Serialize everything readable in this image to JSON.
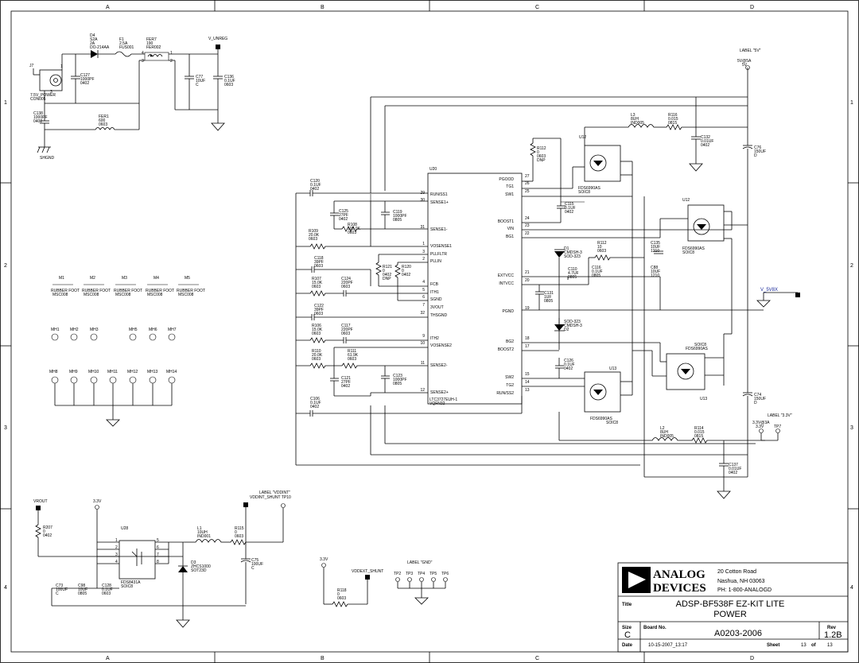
{
  "border": {
    "cols": [
      "A",
      "B",
      "C",
      "D"
    ],
    "rows": [
      "1",
      "2",
      "3",
      "4"
    ]
  },
  "title_block": {
    "logo_top": "ANALOG",
    "logo_bottom": "DEVICES",
    "addr1": "20 Cotton Road",
    "addr2": "Nashua, NH 03063",
    "phone": "PH: 1-800-ANALOGD",
    "title_label": "Title",
    "title1": "ADSP-BF538F EZ-KIT LITE",
    "title2": "POWER",
    "size_label": "Size",
    "size": "C",
    "board_label": "Board No.",
    "board": "A0203-2006",
    "rev_label": "Rev",
    "rev": "1.2B",
    "date_label": "Date",
    "date": "10-15-2007_13:17",
    "sheet_label": "Sheet",
    "sheet_no": "13",
    "of_label": "of",
    "sheet_total": "13"
  },
  "labels": {
    "v_unreg": "V_UNREG",
    "v_5": "5V@5A",
    "v_5b": "5V",
    "label_5v": "LABEL \"5V\"",
    "v_33": "3.3V@3A",
    "v_33b": "3.3V",
    "tp7": "TP7",
    "label_33": "LABEL \"3.3V\"",
    "v_tag": "V_5V8X",
    "vroute": "VROUT",
    "v33_a": "3.3V",
    "v33_b": "3.3V",
    "label_vddint": "LABEL \"VDDINT\"",
    "vddint_shunt": "VDDINT_SHUNT TP10",
    "vddext_shunt": "VDDEXT_SHUNT",
    "label_gnd": "LABEL \"GND\"",
    "shgnd": "SHGND"
  },
  "power_in": {
    "j7": [
      "J7",
      "7.5V_POWER",
      "CON005"
    ],
    "d4": [
      "D4",
      "S2A",
      "2A",
      "DO-214AA"
    ],
    "f1": [
      "F1",
      "2.5A",
      "FUS001"
    ],
    "fer7": [
      "FER7",
      "190",
      "FER002"
    ],
    "c127": [
      "C127",
      "1000PF",
      "0402"
    ],
    "c77": [
      "C77",
      "10UF",
      "C"
    ],
    "c136": [
      "C136",
      "0.1UF",
      "0603"
    ],
    "c138": [
      "C138",
      "1000PF",
      "0402"
    ],
    "fer1": [
      "FER1",
      "600",
      "0603"
    ]
  },
  "feet": [
    {
      "ref": "M1",
      "t1": "RUBBER FOOT",
      "t2": "MSC008"
    },
    {
      "ref": "M2",
      "t1": "RUBBER FOOT",
      "t2": "MSC008"
    },
    {
      "ref": "M3",
      "t1": "RUBBER FOOT",
      "t2": "MSC008"
    },
    {
      "ref": "M4",
      "t1": "RUBBER FOOT",
      "t2": "MSC008"
    },
    {
      "ref": "M5",
      "t1": "RUBBER FOOT",
      "t2": "MSC008"
    }
  ],
  "mh_row1": [
    "MH1",
    "MH2",
    "MH3",
    "MH5",
    "MH6",
    "MH7"
  ],
  "mh_row2": [
    "MH8",
    "MH9",
    "MH10",
    "MH11",
    "MH12",
    "MH13",
    "MH14"
  ],
  "u20": {
    "ref": "U20",
    "part": "LTC3727EUH-1",
    "pkg": "VQFN32",
    "left_pins": [
      {
        "n": "29",
        "name": "RUN/SS1"
      },
      {
        "n": "30",
        "name": "SENSE1+"
      },
      {
        "n": "31",
        "name": "SENSE1-"
      },
      {
        "n": "1",
        "name": "VOSENSE1"
      },
      {
        "n": "3",
        "name": "PLLFLTR"
      },
      {
        "n": "2",
        "name": "PLLIN"
      },
      {
        "n": "4",
        "name": "FCB"
      },
      {
        "n": "5",
        "name": "ITH1"
      },
      {
        "n": "6",
        "name": "SGND"
      },
      {
        "n": "7",
        "name": "3VOUT"
      },
      {
        "n": "32",
        "name": "THSGND"
      },
      {
        "n": "9",
        "name": "ITH2"
      },
      {
        "n": "10",
        "name": "VOSENSE2"
      },
      {
        "n": "11",
        "name": "SENSE2-"
      },
      {
        "n": "12",
        "name": "SENSE2+"
      }
    ],
    "right_pins": [
      {
        "n": "27",
        "name": "PGOOD"
      },
      {
        "n": "26",
        "name": "TG1"
      },
      {
        "n": "25",
        "name": "SW1"
      },
      {
        "n": "24",
        "name": "BOOST1"
      },
      {
        "n": "23",
        "name": "VIN"
      },
      {
        "n": "22",
        "name": "BG1"
      },
      {
        "n": "21",
        "name": "EXTVCC"
      },
      {
        "n": "20",
        "name": "INTVCC"
      },
      {
        "n": "19",
        "name": "PGND"
      },
      {
        "n": "18",
        "name": "BG2"
      },
      {
        "n": "17",
        "name": "BOOST2"
      },
      {
        "n": "15",
        "name": "SW2"
      },
      {
        "n": "14",
        "name": "TG2"
      },
      {
        "n": "13",
        "name": "RUN/SS2"
      }
    ]
  },
  "parts": {
    "c120": [
      "C120",
      "0.1UF",
      "0402"
    ],
    "c125": [
      "C125",
      "27PF",
      "0402"
    ],
    "r108": [
      "R108",
      "105.0K",
      "0603"
    ],
    "c119": [
      "C119",
      "1000PF",
      "0805"
    ],
    "r109": [
      "R109",
      "20.0K",
      "0603"
    ],
    "c118": [
      "C118",
      "39PF",
      "0603"
    ],
    "r121": [
      "R121",
      "0",
      "0402",
      "DNP"
    ],
    "r120": [
      "R120",
      "0",
      "0402"
    ],
    "r107": [
      "R107",
      "15.0K",
      "0603"
    ],
    "c124": [
      "C124",
      "220PF",
      "0603"
    ],
    "c122": [
      "C122",
      "39PF",
      "0603"
    ],
    "r106": [
      "R106",
      "15.0K",
      "0603"
    ],
    "c117": [
      "C117",
      "220PF",
      "0603"
    ],
    "r110": [
      "R110",
      "20.0K",
      "0603"
    ],
    "r111": [
      "R111",
      "61.9K",
      "0603"
    ],
    "c121": [
      "C121",
      "27PF",
      "0402"
    ],
    "c123": [
      "C123",
      "1000PF",
      "0805"
    ],
    "c106": [
      "C106",
      "0.1UF",
      "0402"
    ],
    "r112top": [
      "R112",
      "0",
      "0603",
      "DNP"
    ],
    "u12a": [
      "U12",
      "FDS6990AS",
      "SOIC8"
    ],
    "l3": [
      "L3",
      "8UH",
      "IND005"
    ],
    "r116": [
      "R116",
      "0.015",
      "0815"
    ],
    "c132": [
      "C132",
      "0.01UF",
      "0402"
    ],
    "c76": [
      "C76",
      "150UF",
      "D"
    ],
    "c115": [
      "C115",
      "0.1UF",
      "0402"
    ],
    "u12b": [
      "U12",
      "FDS6990AS",
      "SOIC8"
    ],
    "d1": [
      "D1",
      "CMDSH-3",
      "SOD-323"
    ],
    "r112": [
      "R112",
      "10",
      "0603"
    ],
    "c135": [
      "C135",
      "10UF",
      "1210"
    ],
    "c110": [
      "C110",
      "4.7UF",
      "0805"
    ],
    "c116": [
      "C116",
      "0.1UF",
      "0805"
    ],
    "c88": [
      "C88",
      "10UF",
      "1210"
    ],
    "c131": [
      "C131",
      "1UF",
      "0805"
    ],
    "d2": [
      "SOD-323",
      "CMDSH-3",
      "D2"
    ],
    "c126": [
      "C126",
      "0.1UF",
      "0402"
    ],
    "u13": [
      "U13",
      "FDS6990AS",
      "SOIC8"
    ],
    "u13b": [
      "SOIC8",
      "FDS6990AS",
      "U13"
    ],
    "c74": [
      "C74",
      "150UF",
      "D"
    ],
    "l2": [
      "L2",
      "8UH",
      "IND005"
    ],
    "r114": [
      "R114",
      "0.015",
      "0815"
    ],
    "c137": [
      "C137",
      "0.01UF",
      "0402"
    ]
  },
  "vddint": {
    "r207": [
      "R207",
      "0",
      "0402"
    ],
    "u28": [
      "U28",
      "FDS8431A",
      "SOIC8"
    ],
    "l1": [
      "L1",
      "10UH",
      "IND001"
    ],
    "r115": [
      "R115",
      "0",
      "0603"
    ],
    "d3": [
      "D3",
      "ZHCS1000",
      "SOT23D"
    ],
    "c75": [
      "C75",
      "100UF",
      "C"
    ],
    "c73": [
      "C73",
      "100UF",
      "C"
    ],
    "c98": [
      "C98",
      "10UF",
      "0805"
    ],
    "c128": [
      "C128",
      "0.1UF",
      "0603"
    ],
    "r118": [
      "R118",
      "0",
      "0603"
    ],
    "tps": [
      "TP2",
      "TP3",
      "TP4",
      "TP5",
      "TP6"
    ]
  }
}
